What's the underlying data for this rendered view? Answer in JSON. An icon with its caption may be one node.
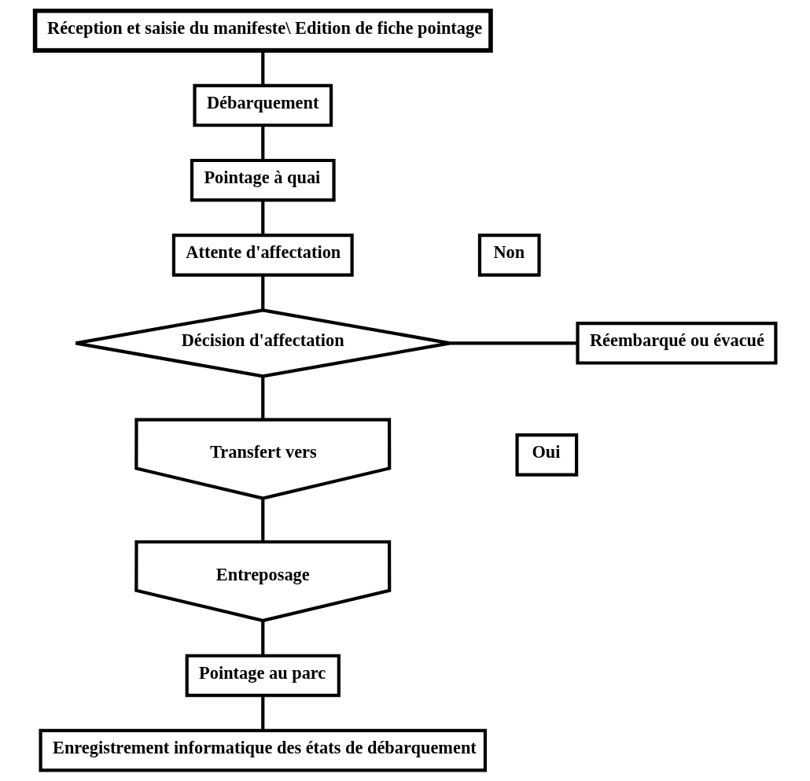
{
  "diagram": {
    "nodes": [
      {
        "text": [
          "Réception et saisie du manifeste\\ Edition de fiche pointage"
        ]
      },
      {
        "text": [
          "Débarquement"
        ]
      },
      {
        "text": [
          "Pointage à quai"
        ]
      },
      {
        "text": [
          "Attente d'affectation"
        ]
      },
      {
        "text": [
          "Non"
        ]
      },
      {
        "text": [
          "Décision d'affectation"
        ]
      },
      {
        "text": [
          "Réembarqué ou évacué"
        ]
      },
      {
        "text": [
          "Oui"
        ]
      },
      {
        "text": [
          "Transfert vers"
        ]
      },
      {
        "text": [
          "Entreposage"
        ]
      },
      {
        "text": [
          "Pointage au parc"
        ]
      },
      {
        "text": [
          "Enregistrement informatique des états de débarquement"
        ]
      }
    ],
    "edges": [
      {
        "from": 0,
        "to": 1,
        "arrow": "none"
      },
      {
        "from": 1,
        "to": 2,
        "arrow": "none"
      },
      {
        "from": 2,
        "to": 3,
        "arrow": "none"
      },
      {
        "from": 3,
        "to": 5,
        "arrow": "none"
      },
      {
        "from": 5,
        "to": 6,
        "arrow": "none"
      },
      {
        "from": 5,
        "to": 8,
        "arrow": "none"
      },
      {
        "from": 8,
        "to": 9,
        "arrow": "none"
      },
      {
        "from": 9,
        "to": 10,
        "arrow": "none"
      },
      {
        "from": 10,
        "to": 11,
        "arrow": "none"
      }
    ]
  }
}
